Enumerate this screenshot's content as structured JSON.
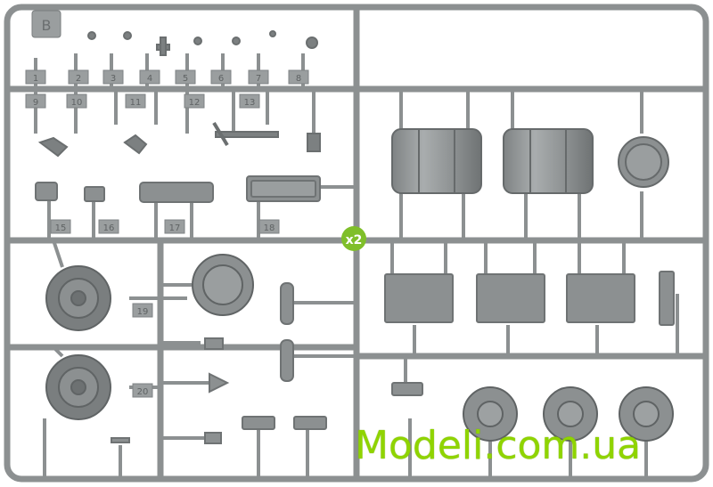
{
  "photo": {
    "subject": "plastic model kit sprue",
    "sprue_letter": "B",
    "multiplier_badge": "x2",
    "part_numbers": [
      "1",
      "2",
      "3",
      "4",
      "5",
      "6",
      "7",
      "8",
      "9",
      "10",
      "11",
      "12",
      "13",
      "15",
      "16",
      "17",
      "18",
      "19",
      "20"
    ],
    "watermark": "Modeli.com.ua"
  },
  "colors": {
    "background": "#ffffff",
    "plastic": "#8c9091",
    "plastic_light": "#a4a8a9",
    "plastic_dark": "#6b6f70",
    "badge_green": "#7fbf2a",
    "watermark": "#8fd400"
  }
}
